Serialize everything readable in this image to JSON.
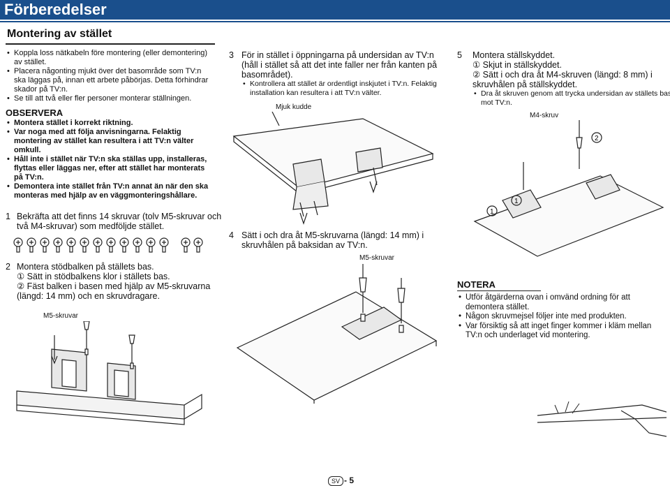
{
  "header": {
    "title": "Förberedelser"
  },
  "section": {
    "title": "Montering av stället"
  },
  "intro_bullets": [
    "Koppla loss nätkabeln före montering (eller demontering) av stället.",
    "Placera någonting mjukt över det basområde som TV:n ska läggas på, innan ett arbete påbörjas. Detta förhindrar skador på TV:n.",
    "Se till att två eller fler personer monterar ställningen."
  ],
  "observera": {
    "title": "OBSERVERA",
    "bullets": [
      "Montera stället i korrekt riktning.",
      "Var noga med att följa anvisningarna. Felaktig montering av stället kan resultera i att TV:n välter omkull.",
      "Håll inte i stället när TV:n ska ställas upp, installeras, flyttas eller läggas ner, efter att stället har monterats på TV:n.",
      "Demontera inte stället från TV:n annat än när den ska monteras med hjälp av en väggmonteringshållare."
    ]
  },
  "step1": {
    "num": "1",
    "text": "Bekräfta att det finns 14 skruvar (tolv M5-skruvar och två M4-skruvar) som medföljde stället."
  },
  "step2": {
    "num": "2",
    "text": "Montera stödbalken på ställets bas.",
    "sub1": "① Sätt in stödbalkens klor i ställets bas.",
    "sub2": "② Fäst balken i basen med hjälp av M5-skruvarna (längd: 14 mm) och en skruvdragare.",
    "caption": "M5-skruvar"
  },
  "step3": {
    "num": "3",
    "text": "För in stället i öppningarna på undersidan av TV:n (håll i stället så att det inte faller ner från kanten på basområdet).",
    "bullets": [
      "Kontrollera att stället är ordentligt inskjutet i TV:n. Felaktig installation kan resultera i att TV:n välter."
    ],
    "caption": "Mjuk kudde"
  },
  "step4": {
    "num": "4",
    "text": "Sätt i och dra åt M5-skruvarna (längd: 14 mm) i skruvhålen på baksidan av TV:n.",
    "caption": "M5-skruvar"
  },
  "step5": {
    "num": "5",
    "text": "Montera ställskyddet.",
    "sub1": "① Skjut in ställskyddet.",
    "sub2": "② Sätt i och dra åt M4-skruven (längd: 8 mm) i skruvhålen på ställskyddet.",
    "bullets": [
      "Dra åt skruven genom att trycka undersidan av ställets bas mot TV:n."
    ],
    "caption": "M4-skruv",
    "marker1": "1",
    "marker2": "2"
  },
  "notera": {
    "title": "NOTERA",
    "bullets": [
      "Utför åtgärderna ovan i omvänd ordning för att demontera stället.",
      "Någon skruvmejsel följer inte med produkten.",
      "Var försiktig så att inget finger kommer i kläm mellan TV:n och underlaget vid montering."
    ]
  },
  "footer": {
    "badge": "SV",
    "page": "- 5"
  }
}
